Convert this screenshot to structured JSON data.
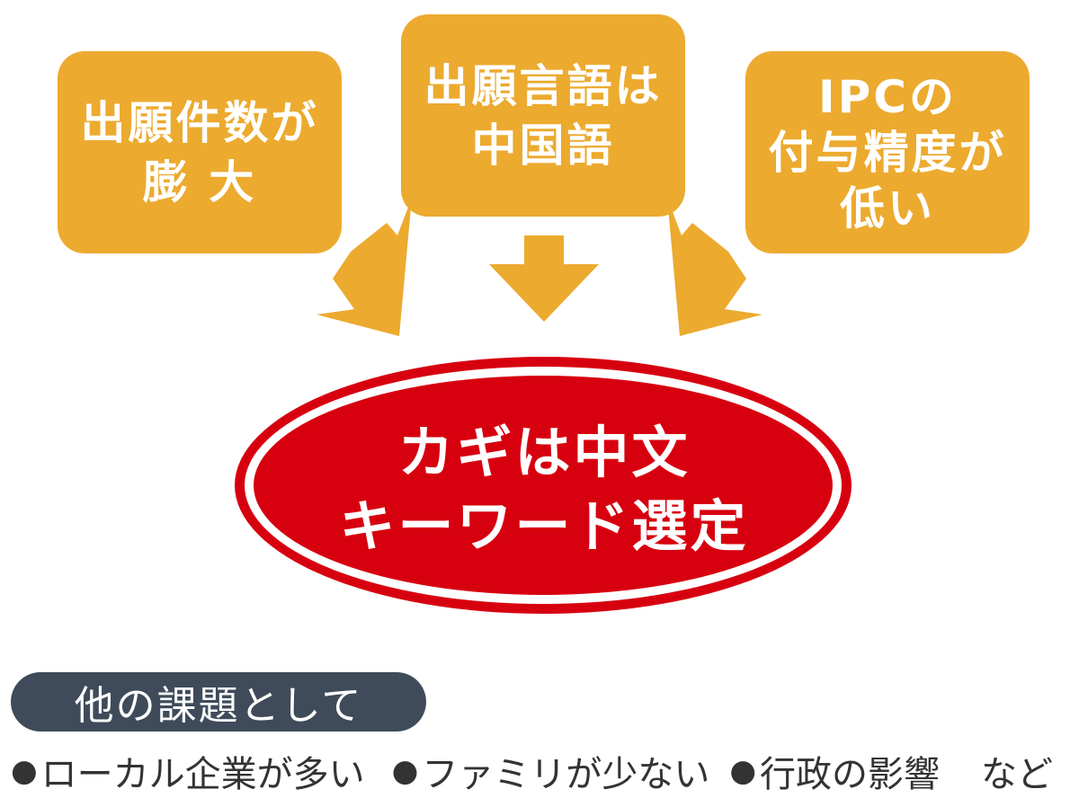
{
  "factors": [
    {
      "lines": [
        "出願件数が",
        "膨 大"
      ]
    },
    {
      "lines": [
        "出願言語は",
        "中国語"
      ]
    },
    {
      "lines": [
        "IPCの",
        "付与精度が",
        "低い"
      ]
    }
  ],
  "conclusion": {
    "lines": [
      "カギは中文",
      "キーワード選定"
    ]
  },
  "other_issues": {
    "label": "他の課題として",
    "bullet": "●",
    "items": [
      "ローカル企業が多い",
      "ファミリが少ない",
      "行政の影響"
    ],
    "tail": "など"
  },
  "colors": {
    "factor_box": "#ecaa2f",
    "arrow": "#ecaa2f",
    "ellipse_fill": "#d7000f",
    "ellipse_ring": "#d7000f",
    "pill": "#3f4b5a",
    "text_dark": "#333333"
  },
  "icons": {
    "arrows": [
      "arrow-down-right-icon",
      "arrow-down-icon",
      "arrow-down-left-icon"
    ]
  }
}
